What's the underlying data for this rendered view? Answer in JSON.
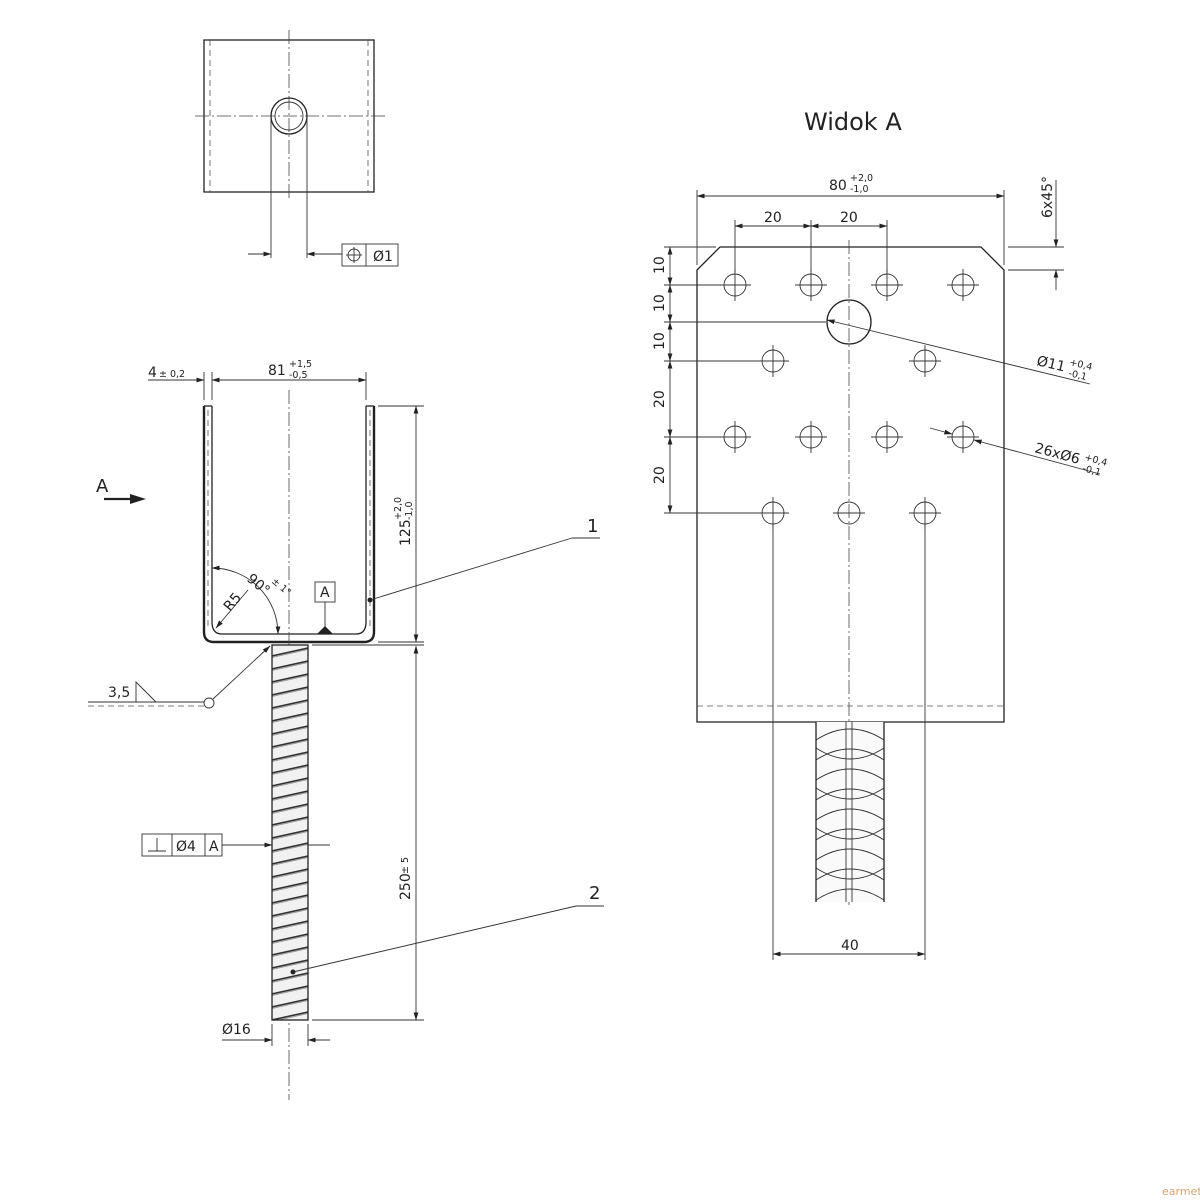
{
  "labels": {
    "view_a_title": "Widok A",
    "view_arrow_letter": "A",
    "part_1": "1",
    "part_2": "2",
    "datum_a": "A",
    "watermark": "earmet"
  },
  "dimensions": {
    "top_position_tol": "Ø1",
    "wall_thickness": "4",
    "wall_thickness_tol": "± 0,2",
    "inner_width": "81",
    "inner_width_upper": "+1,5",
    "inner_width_lower": "-0,5",
    "height": "125",
    "height_upper": "+2,0",
    "height_lower": "-1,0",
    "angle": "90°",
    "angle_tol": "± 1°",
    "radius": "R5",
    "weld": "3,5",
    "perp_tol": "Ø4",
    "perp_datum": "A",
    "rod_length": "250",
    "rod_length_tol": "± 5",
    "rod_diameter": "Ø16",
    "plate_width": "80",
    "plate_width_upper": "+2,0",
    "plate_width_lower": "-1,0",
    "chamfer": "6x45°",
    "pitch_1": "20",
    "pitch_2": "20",
    "v_10a": "10",
    "v_10b": "10",
    "v_10c": "10",
    "v_20a": "20",
    "v_20b": "20",
    "big_hole": "Ø11",
    "big_hole_upper": "+0,4",
    "big_hole_lower": "-0,1",
    "small_holes": "26xØ6",
    "small_holes_upper": "+0,4",
    "small_holes_lower": "-0,1",
    "rod_spacing": "40"
  }
}
